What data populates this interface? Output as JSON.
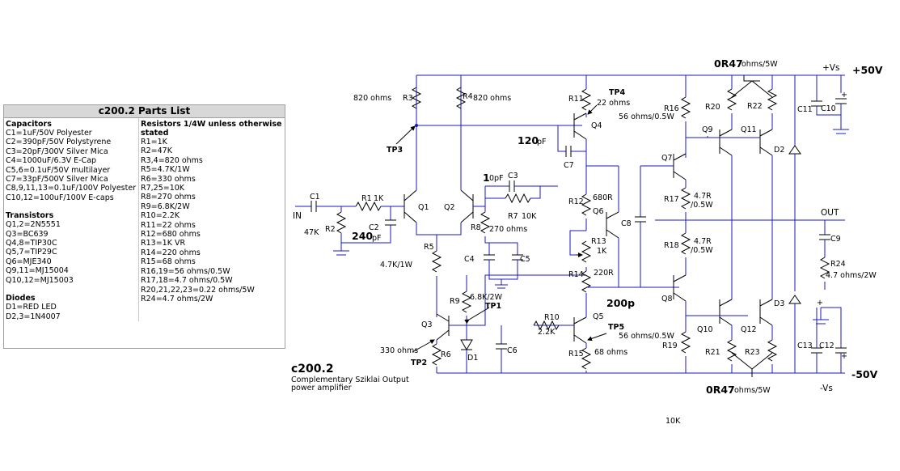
{
  "parts_list": {
    "title": "c200.2  Parts List",
    "capacitors": {
      "heading": "Capacitors",
      "items": [
        "C1=1uF/50V Polyester",
        "C2=390pF/50V Polystyrene",
        "C3=20pF/300V Silver Mica",
        "C4=1000uF/6.3V E-Cap",
        "C5,6=0.1uF/50V multilayer",
        "C7=33pF/500V Silver Mica",
        "C8,9,11,13=0.1uF/100V Polyester",
        "C10,12=100uF/100V E-caps"
      ]
    },
    "transistors": {
      "heading": "Transistors",
      "items": [
        "Q1,2=2N5551",
        "Q3=BC639",
        "Q4,8=TIP30C",
        "Q5,7=TIP29C",
        "Q6=MJE340",
        "Q9,11=MJ15004",
        "Q10,12=MJ15003"
      ]
    },
    "diodes": {
      "heading": "Diodes",
      "items": [
        "D1=RED LED",
        "D2,3=1N4007"
      ]
    },
    "resistors": {
      "heading": "Resistors 1/4W unless otherwise stated",
      "items": [
        "R1=1K",
        "R2=47K",
        "R3,4=820 ohms",
        "R5=4.7K/1W",
        "R6=330 ohms",
        "R7,25=10K",
        "R8=270 ohms",
        "R9=6.8K/2W",
        "R10=2.2K",
        "R11=22 ohms",
        "R12=680 ohms",
        "R13=1K VR",
        "R14=220 ohms",
        "R15=68 ohms",
        "R16,19=56 ohms/0.5W",
        "R17,18=4.7 ohms/0.5W",
        "R20,21,22,23=0.22 ohms/5W",
        "R24=4.7 ohms/2W"
      ]
    }
  },
  "caption": {
    "title": "c200.2",
    "line1": "Complementary Sziklai Output",
    "line2": "power amplifier"
  },
  "labels": {
    "r3_val": "820 ohms",
    "r3": "R3",
    "r4": "R4",
    "r4_val": "820 ohms",
    "tp3": "TP3",
    "c1": "C1",
    "in": "IN",
    "r1": "R1",
    "r1_val": "1K",
    "r2": "R2",
    "r2_val": "47K",
    "c2": "C2",
    "c2_val": "240",
    "c2_unit": "pF",
    "q1": "Q1",
    "q2": "Q2",
    "r5": "R5",
    "r5_val": "4.7K/1W",
    "q3": "Q3",
    "r6": "R6",
    "r6_val": "330 ohms",
    "tp2": "TP2",
    "c3_val": "1",
    "c3_unit": "0pF",
    "c3": "C3",
    "r7": "R7",
    "r7_val": "10K",
    "r8": "R8",
    "r8_val": "270 ohms",
    "c4": "C4",
    "c5": "C5",
    "r9": "R9",
    "r9_val": "6.8K/2W",
    "tp1": "TP1",
    "d1": "D1",
    "c6": "C6",
    "r10": "R10",
    "r10_val": "2.2K",
    "r11": "R11",
    "tp4": "TP4",
    "r11_val": "22 ohms",
    "q4": "Q4",
    "c7_val": "120",
    "c7_unit": "pF",
    "c7": "C7",
    "r12": "R12",
    "r12_val": "680R",
    "q6": "Q6",
    "r13": "R13",
    "r13_val": "1K",
    "r14": "R14",
    "r14_val": "220R",
    "c8": "C8",
    "c8_val": "200p",
    "q5": "Q5",
    "tp5": "TP5",
    "r15": "R15",
    "r15_val": "68 ohms",
    "r16": "R16",
    "r16_val": "56 ohms/0.5W",
    "q7": "Q7",
    "r17": "R17",
    "r17_val1": "4.7R",
    "r17_val2": "/0.5W",
    "r18": "R18",
    "r18_val1": "4.7R",
    "r18_val2": "/0.5W",
    "q8": "Q8",
    "r19": "R19",
    "r19_val": "56 ohms/0.5W",
    "r20": "R20",
    "r22": "R22",
    "q9": "Q9",
    "q11": "Q11",
    "q10": "Q10",
    "q12": "Q12",
    "r21": "R21",
    "r23": "R23",
    "top_r": "0R47",
    "top_r_unit": "ohms/5W",
    "bot_r": "0R47",
    "bot_r_unit": "ohms/5W",
    "vs_pos": "+Vs",
    "v_pos": "+50V",
    "c11": "C11",
    "c10": "C10",
    "d2": "D2",
    "d3": "D3",
    "out": "OUT",
    "c9": "C9",
    "r24": "R24",
    "r24_val": "4.7 ohms/2W",
    "c13": "C13",
    "c12": "C12",
    "vs_neg": "-Vs",
    "v_neg": "-50V",
    "stray": "10K"
  }
}
